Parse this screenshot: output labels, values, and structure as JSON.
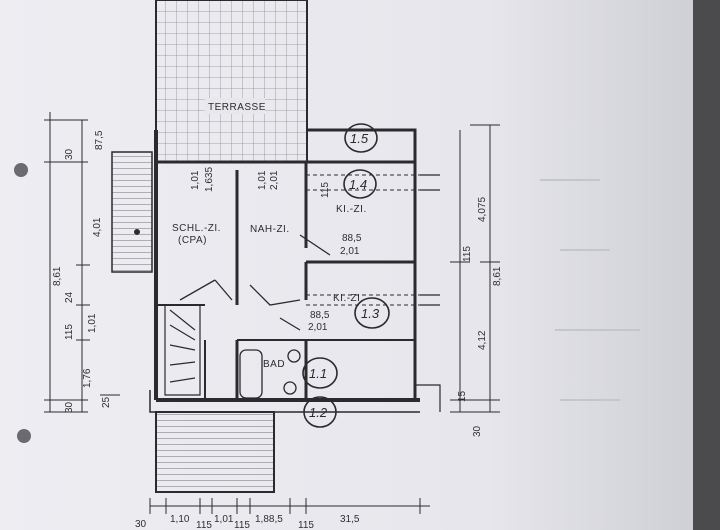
{
  "plan": {
    "terrace_label": "TERRASSE",
    "rooms": [
      {
        "id": "schl",
        "label": "SCHL.-ZI.",
        "sub": "(CPA)"
      },
      {
        "id": "nah",
        "label": "NAH-ZI."
      },
      {
        "id": "ki1",
        "label": "KI.-ZI."
      },
      {
        "id": "ki2",
        "label": "KI.-ZI."
      },
      {
        "id": "bad",
        "label": "BAD"
      }
    ],
    "markers": [
      "1.5",
      "1.4",
      "1.3",
      "1.1",
      "1.2"
    ],
    "door_dims": {
      "schl_a": "1,01",
      "schl_b": "1,635",
      "nah_a": "1,01",
      "nah_b": "2,01",
      "ki1_a": "88,5",
      "ki1_b": "2,01",
      "ki2_a": "88,5",
      "ki2_b": "2,01",
      "small_115": "115"
    },
    "left_dims": [
      "30",
      "87,5",
      "4,01",
      "8,61",
      "24",
      "1,01",
      "115",
      "1,76",
      "30",
      "25"
    ],
    "right_dims": [
      "4,075",
      "8,61",
      "115",
      "4,12",
      "30",
      "15"
    ],
    "bottom_dims": [
      "30",
      "1,10",
      "115",
      "1,01",
      "115",
      "1,88,5",
      "115",
      "31,5"
    ]
  },
  "colors": {
    "paper": "#e9e9ee",
    "ink": "#2b2b2e",
    "background": "#5a5a5c"
  }
}
